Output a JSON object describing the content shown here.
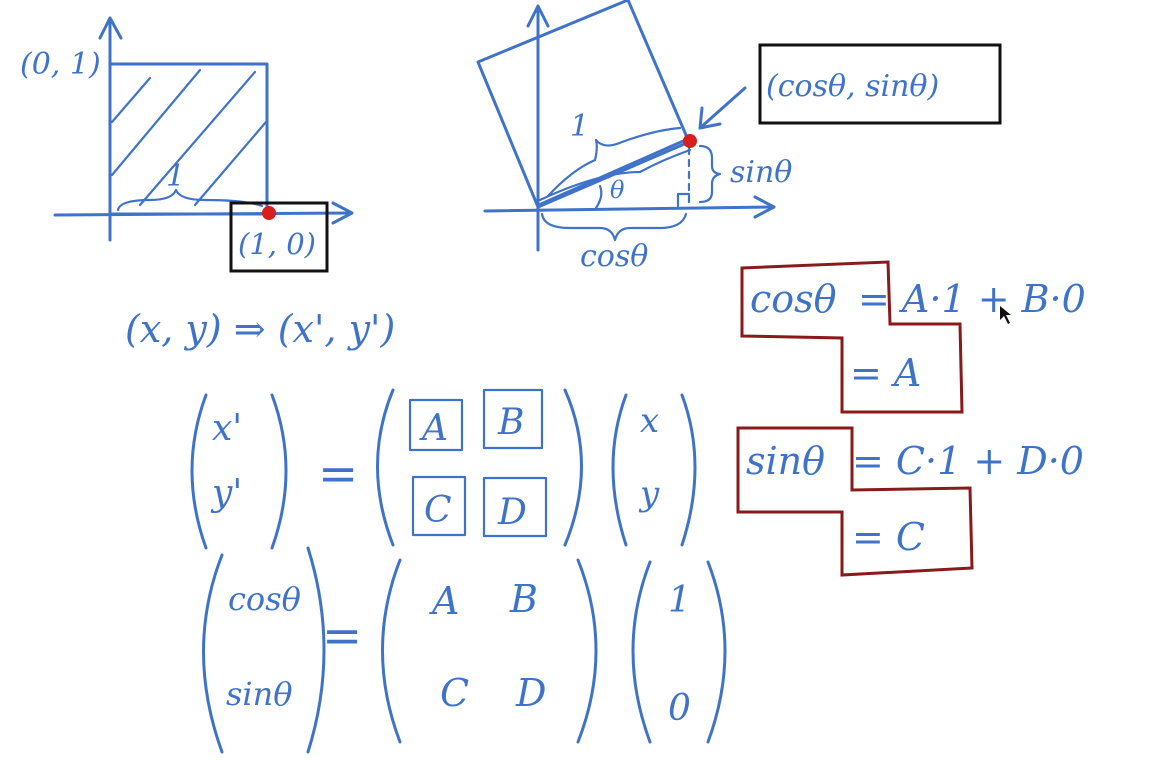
{
  "colors": {
    "ink": "#3f73c9",
    "highlight_box": "#8a1a1a",
    "label_box": "#111111",
    "point": "#d81e1e"
  },
  "left_diagram": {
    "label_y_point": "(0, 1)",
    "label_unit": "1",
    "label_x_point": "(1, 0)"
  },
  "right_diagram": {
    "label_hyp": "1",
    "label_theta": "θ",
    "label_sin": "sinθ",
    "label_cos": "cosθ",
    "label_point": "(cosθ, sinθ)"
  },
  "mapping": "(x, y) ⇒ (x', y')",
  "matrix_eq1": {
    "lhs": [
      "x'",
      "y'"
    ],
    "m": [
      "A",
      "B",
      "C",
      "D"
    ],
    "rhs": [
      "x",
      "y"
    ]
  },
  "matrix_eq2": {
    "lhs": [
      "cosθ",
      "sinθ"
    ],
    "m": [
      "A",
      "B",
      "C",
      "D"
    ],
    "rhs": [
      "1",
      "0"
    ]
  },
  "solution": {
    "cos_lhs": "cosθ",
    "cos_rhs": "= A·1 + B·0",
    "cos_result": "= A",
    "sin_lhs": "sinθ",
    "sin_rhs": "= C·1 + D·0",
    "sin_result": "= C"
  }
}
